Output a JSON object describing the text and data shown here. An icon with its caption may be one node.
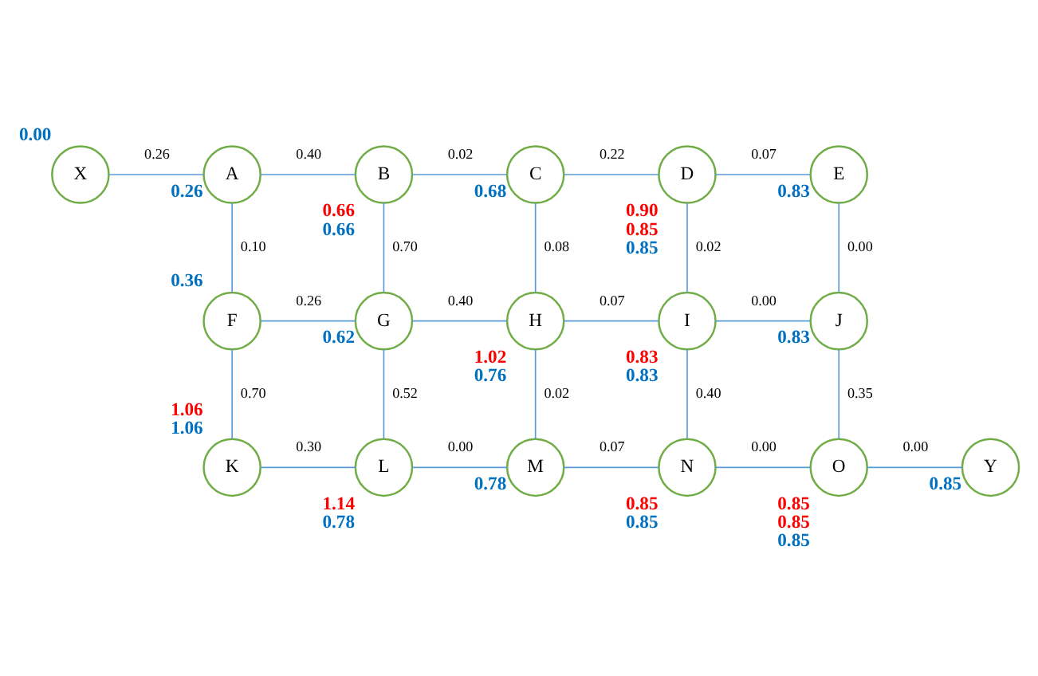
{
  "diagram": {
    "nodes": [
      {
        "text": [
          "X"
        ],
        "beside": [
          "0.00"
        ]
      },
      {
        "text": [
          "A"
        ],
        "beside": [
          "0.26"
        ]
      },
      {
        "text": [
          "B"
        ],
        "beside": [
          "0.66",
          "0.66"
        ]
      },
      {
        "text": [
          "C"
        ],
        "beside": [
          "0.68"
        ]
      },
      {
        "text": [
          "D"
        ],
        "beside": [
          "0.90",
          "0.85",
          "0.85"
        ]
      },
      {
        "text": [
          "E"
        ],
        "beside": [
          "0.83"
        ]
      },
      {
        "text": [
          "F"
        ],
        "beside": [
          "0.36"
        ]
      },
      {
        "text": [
          "G"
        ],
        "beside": [
          "0.62"
        ]
      },
      {
        "text": [
          "H"
        ],
        "beside": [
          "1.02",
          "0.76"
        ]
      },
      {
        "text": [
          "I"
        ],
        "beside": [
          "0.83",
          "0.83"
        ]
      },
      {
        "text": [
          "J"
        ],
        "beside": [
          "0.83"
        ]
      },
      {
        "text": [
          "K"
        ],
        "beside": [
          "1.06",
          "1.06"
        ]
      },
      {
        "text": [
          "L"
        ],
        "beside": [
          "1.14",
          "0.78"
        ]
      },
      {
        "text": [
          "M"
        ],
        "beside": [
          "0.78"
        ]
      },
      {
        "text": [
          "N"
        ],
        "beside": [
          "0.85",
          "0.85"
        ]
      },
      {
        "text": [
          "O"
        ],
        "beside": [
          "0.85",
          "0.85",
          "0.85"
        ]
      },
      {
        "text": [
          "Y"
        ],
        "beside": [
          "0.85"
        ]
      }
    ],
    "edges": [
      {
        "from": 0,
        "to": 1,
        "arrow": "none",
        "label": "0.26"
      },
      {
        "from": 1,
        "to": 2,
        "arrow": "none",
        "label": "0.40"
      },
      {
        "from": 2,
        "to": 3,
        "arrow": "none",
        "label": "0.02"
      },
      {
        "from": 3,
        "to": 4,
        "arrow": "none",
        "label": "0.22"
      },
      {
        "from": 4,
        "to": 5,
        "arrow": "none",
        "label": "0.07"
      },
      {
        "from": 1,
        "to": 6,
        "arrow": "none",
        "label": "0.10"
      },
      {
        "from": 2,
        "to": 7,
        "arrow": "none",
        "label": "0.70"
      },
      {
        "from": 3,
        "to": 8,
        "arrow": "none",
        "label": "0.08"
      },
      {
        "from": 4,
        "to": 9,
        "arrow": "none",
        "label": "0.02"
      },
      {
        "from": 5,
        "to": 10,
        "arrow": "none",
        "label": "0.00"
      },
      {
        "from": 6,
        "to": 7,
        "arrow": "none",
        "label": "0.26"
      },
      {
        "from": 7,
        "to": 8,
        "arrow": "none",
        "label": "0.40"
      },
      {
        "from": 8,
        "to": 9,
        "arrow": "none",
        "label": "0.07"
      },
      {
        "from": 9,
        "to": 10,
        "arrow": "none",
        "label": "0.00"
      },
      {
        "from": 6,
        "to": 11,
        "arrow": "none",
        "label": "0.70"
      },
      {
        "from": 7,
        "to": 12,
        "arrow": "none",
        "label": "0.52"
      },
      {
        "from": 8,
        "to": 13,
        "arrow": "none",
        "label": "0.02"
      },
      {
        "from": 9,
        "to": 14,
        "arrow": "none",
        "label": "0.40"
      },
      {
        "from": 10,
        "to": 15,
        "arrow": "none",
        "label": "0.35"
      },
      {
        "from": 11,
        "to": 12,
        "arrow": "none",
        "label": "0.30"
      },
      {
        "from": 12,
        "to": 13,
        "arrow": "none",
        "label": "0.00"
      },
      {
        "from": 13,
        "to": 14,
        "arrow": "none",
        "label": "0.07"
      },
      {
        "from": 14,
        "to": 15,
        "arrow": "none",
        "label": "0.00"
      },
      {
        "from": 15,
        "to": 16,
        "arrow": "none",
        "label": "0.00"
      }
    ]
  }
}
